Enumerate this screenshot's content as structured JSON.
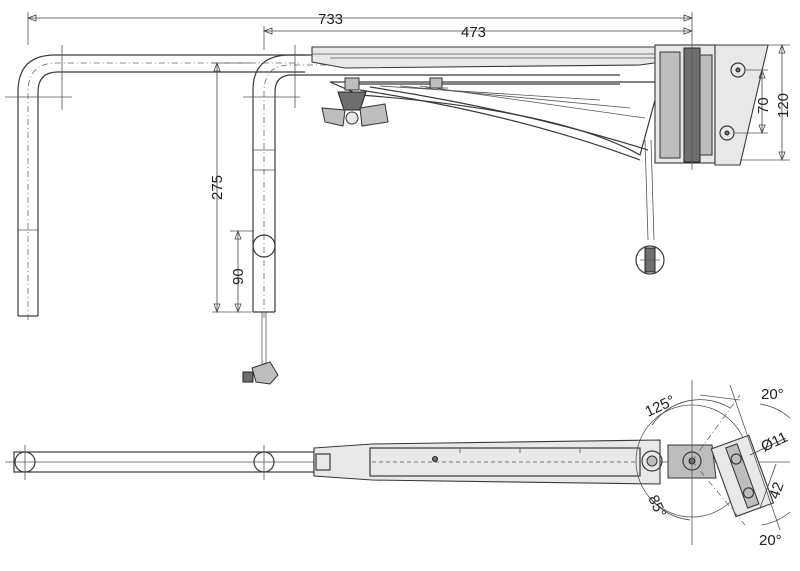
{
  "dimensions": {
    "overall_length": "733",
    "arm_length": "473",
    "mount_height": "70",
    "mount_total_height": "120",
    "arm_drop": "275",
    "lower_section": "90",
    "angle_top": "125°",
    "angle_bottom": "85°",
    "tilt_top": "20°",
    "tilt_bottom": "20°",
    "hole_diameter": "Ø11",
    "slot_length": "42"
  },
  "colors": {
    "line": "#3a3a3a",
    "hatch_light": "#e8e8e8",
    "part_medium": "#bdbdbd",
    "part_dark": "#6e6e6e"
  }
}
